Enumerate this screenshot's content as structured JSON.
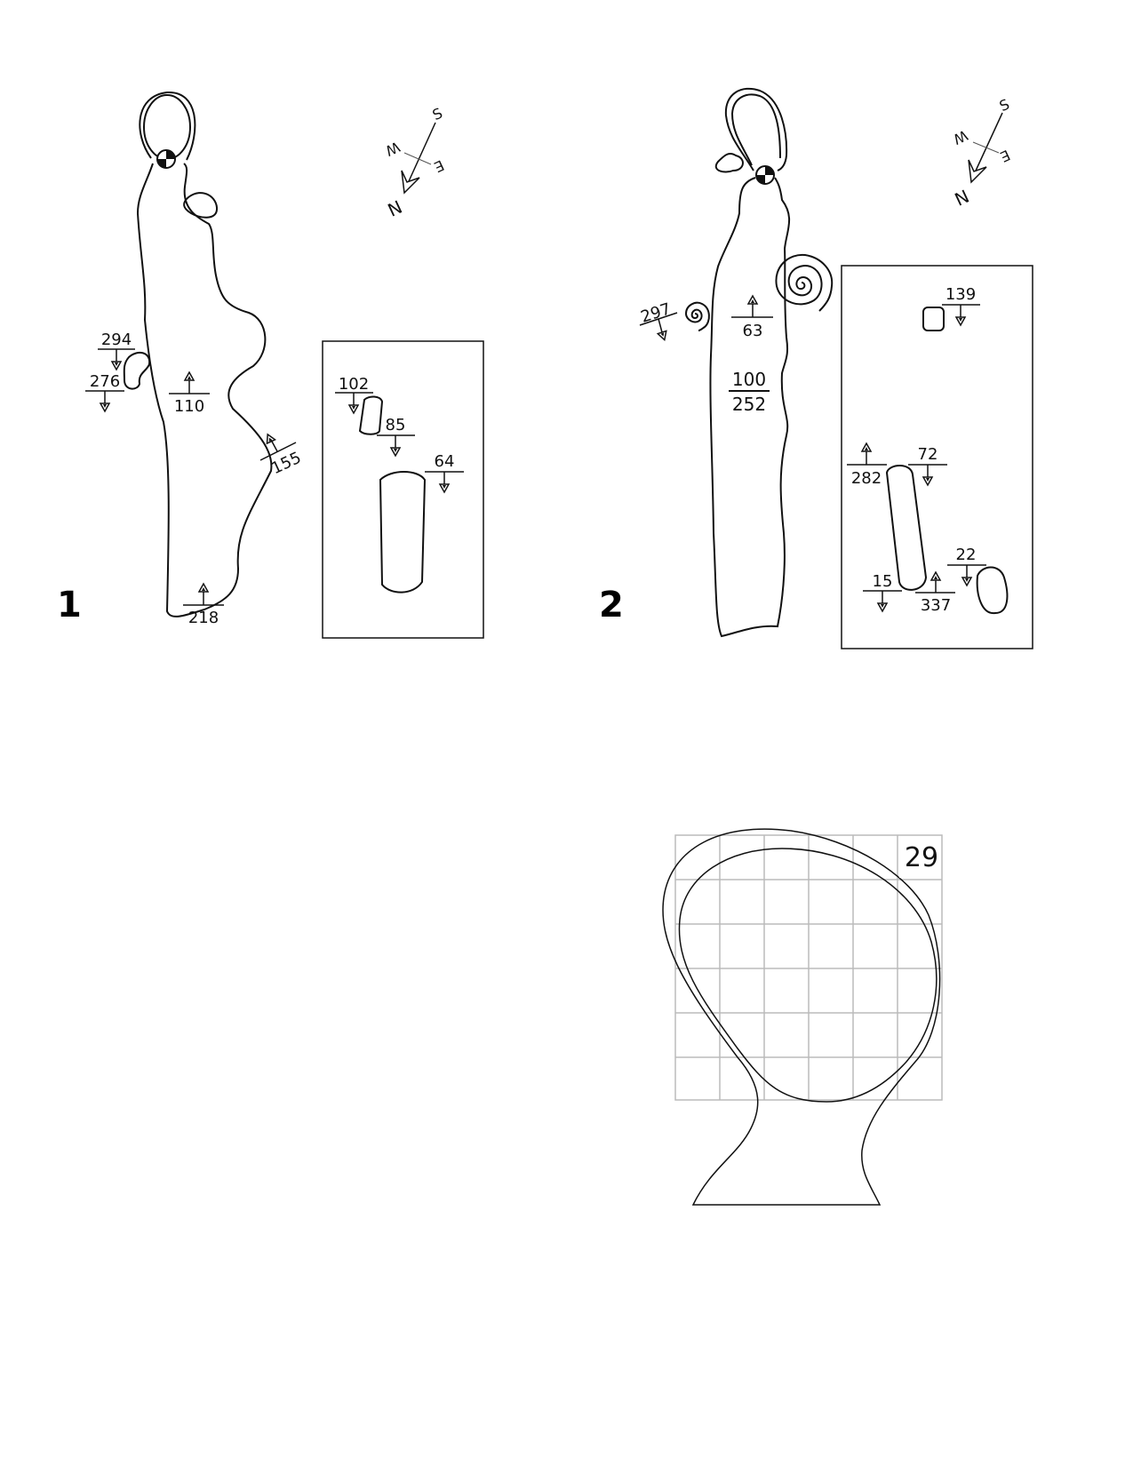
{
  "holes": [
    {
      "number": "1",
      "compass": {
        "n": "N",
        "s": "S",
        "e": "E",
        "w": "W"
      },
      "yardages": {
        "left_top": "294",
        "left_bottom": "276",
        "center": "110",
        "right": "155",
        "bottom": "218"
      },
      "inset": {
        "a": "102",
        "b": "85",
        "c": "64"
      }
    },
    {
      "number": "2",
      "compass": {
        "n": "N",
        "s": "S",
        "e": "E",
        "w": "W"
      },
      "yardages": {
        "left": "297",
        "center": "63",
        "fraction_top": "100",
        "fraction_bottom": "252"
      },
      "inset": {
        "a": "139",
        "b": "282",
        "c": "72",
        "d": "22",
        "e": "15",
        "f": "337"
      }
    }
  ],
  "green_detail": {
    "depth": "29"
  }
}
